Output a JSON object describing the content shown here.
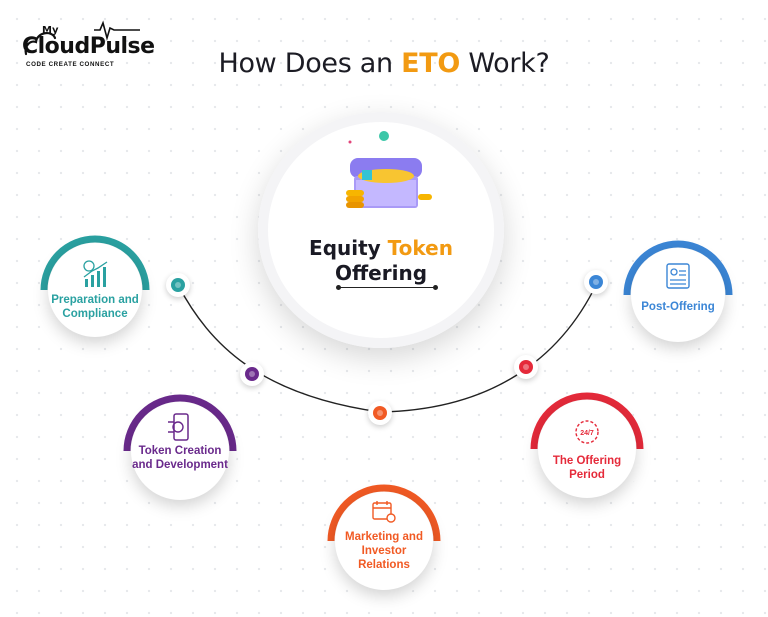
{
  "logo": {
    "my": "My",
    "name": "CloudPulse",
    "tagline": "CODE CREATE CONNECT"
  },
  "title": {
    "prefix": "How Does an ",
    "highlight": "ETO",
    "suffix": " Work?"
  },
  "center": {
    "line1_a": "Equity ",
    "line1_b": "Token",
    "line2": "Offering",
    "icon": "treasure-chest-icon"
  },
  "colors": {
    "accent": "#f29a12",
    "teal": "#2aa1a1",
    "purple": "#6a2a8c",
    "orange": "#f15a24",
    "red": "#e52a3a",
    "blue": "#3b86d6"
  },
  "steps": [
    {
      "label": "Preparation and Compliance",
      "icon": "growth-chart-icon",
      "color": "#2aa1a1"
    },
    {
      "label": "Token Creation and Development",
      "icon": "mobile-token-icon",
      "color": "#6a2a8c"
    },
    {
      "label": "Marketing and Investor Relations",
      "icon": "calendar-gear-icon",
      "color": "#f15a24"
    },
    {
      "label": "The Offering Period",
      "icon": "clock-24-7-icon",
      "color": "#e52a3a"
    },
    {
      "label": "Post-Offering",
      "icon": "profile-document-icon",
      "color": "#3b86d6"
    }
  ]
}
